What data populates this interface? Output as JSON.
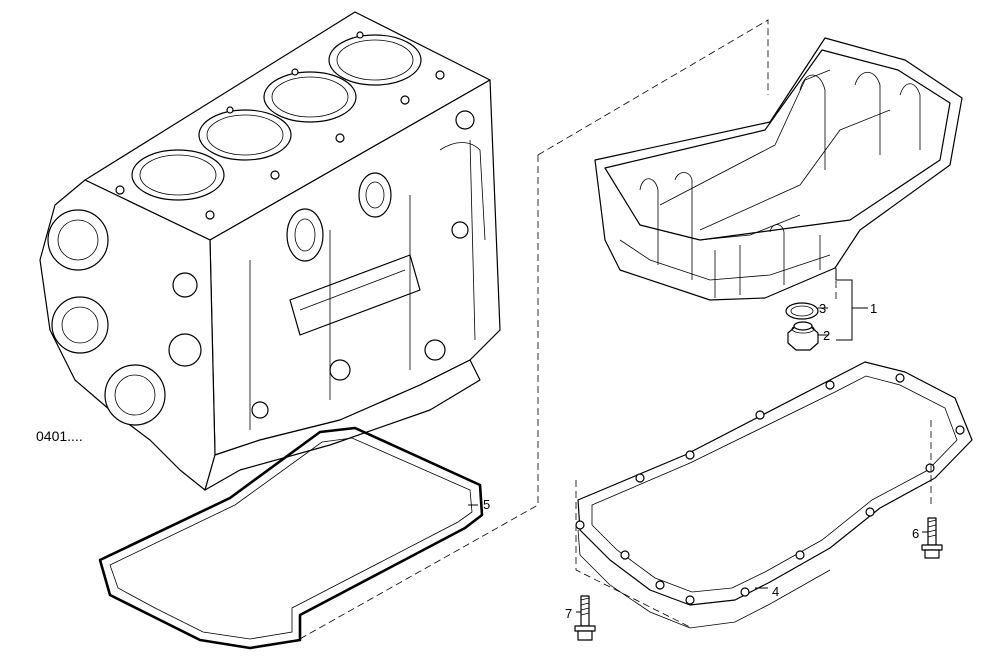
{
  "reference": "0401....",
  "callouts": {
    "c1": "1",
    "c2": "2",
    "c3": "3",
    "c4": "4",
    "c5": "5",
    "c6": "6",
    "c7": "7"
  }
}
